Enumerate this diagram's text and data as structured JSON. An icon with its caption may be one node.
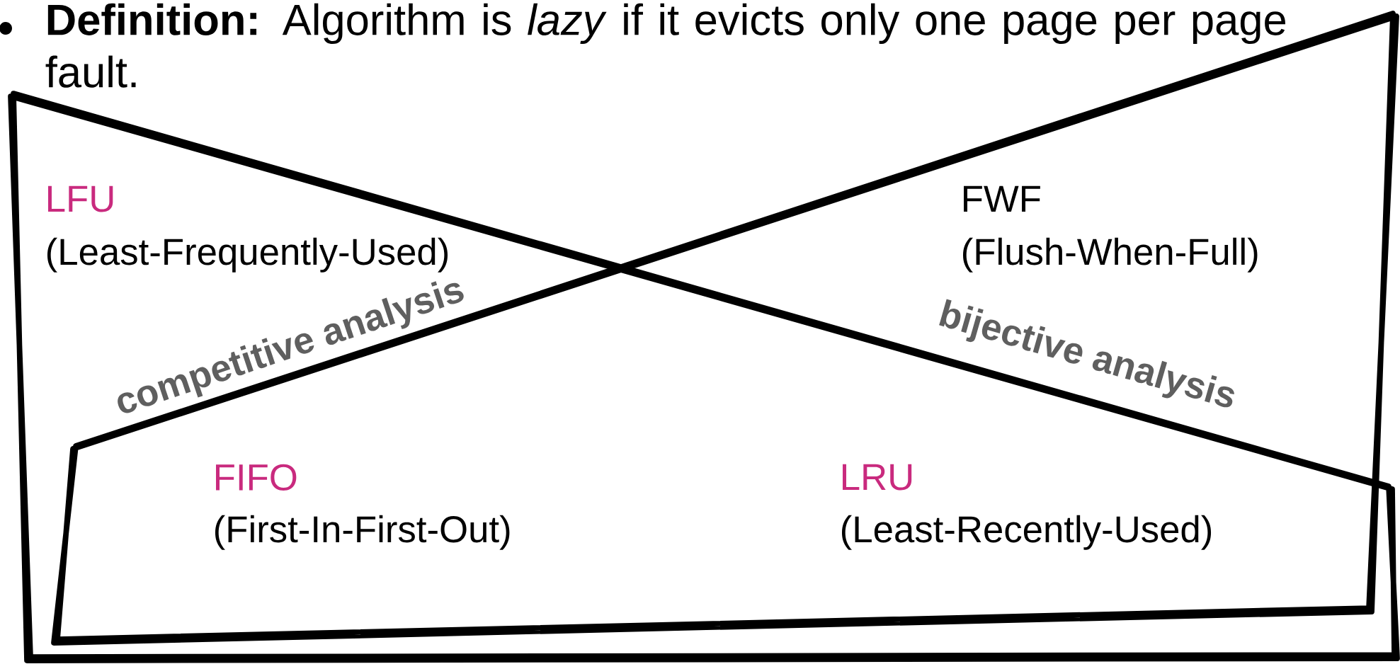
{
  "diagram": {
    "labels": [
      "**Definition:** Algorithm is *lazy* if it evicts only one page per page fault.",
      "LFU",
      "(Least-Frequently-Used)",
      "FWF",
      "(Flush-When-Full)",
      "competitive analysis",
      "bijective analysis",
      "FIFO",
      "(First-In-First-Out)",
      "LRU",
      "(Least-Recently-Used)"
    ]
  }
}
